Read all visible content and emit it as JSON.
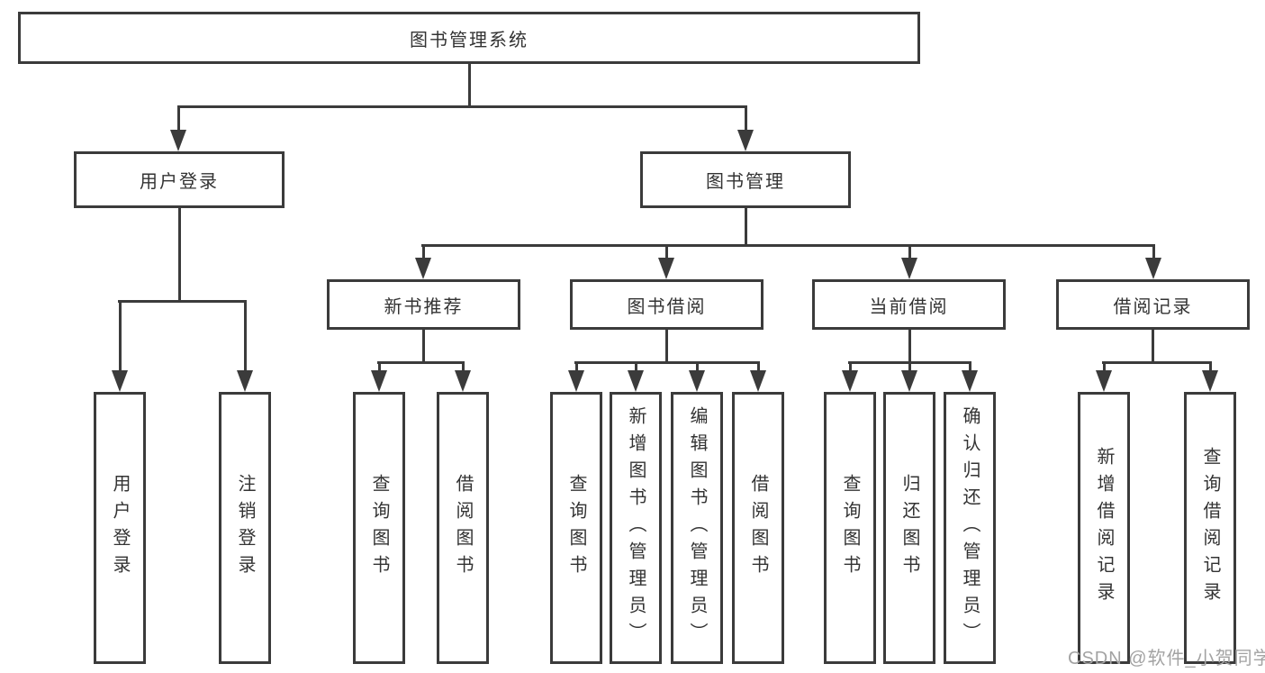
{
  "diagram": {
    "title": "图书管理系统",
    "level2": [
      {
        "label": "用户登录"
      },
      {
        "label": "图书管理"
      }
    ],
    "level3": [
      {
        "label": "新书推荐"
      },
      {
        "label": "图书借阅"
      },
      {
        "label": "当前借阅"
      },
      {
        "label": "借阅记录"
      }
    ],
    "leaves": {
      "user_login": [
        "用户登录",
        "注销登录"
      ],
      "new_book": [
        "查询图书",
        "借阅图书"
      ],
      "book_borrow": [
        "查询图书",
        "新增图书（管理员）",
        "编辑图书（管理员）",
        "借阅图书"
      ],
      "current_borrow": [
        "查询图书",
        "归还图书",
        "确认归还（管理员）"
      ],
      "borrow_record": [
        "新增借阅记录",
        "查询借阅记录"
      ]
    }
  },
  "watermark": {
    "text": "CSDN @软件_小贺同学"
  },
  "colors": {
    "line": "#3b3b3b",
    "text": "#333333",
    "watermark": "#a3a3a3",
    "background": "#ffffff"
  }
}
